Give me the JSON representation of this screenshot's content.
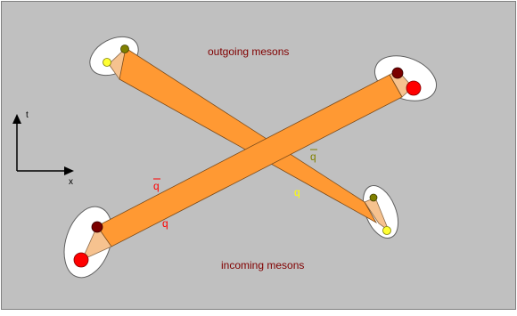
{
  "labels": {
    "outgoing": "outgoing mesons",
    "incoming": "incoming mesons",
    "axis_t": "t",
    "axis_x": "x",
    "qbar_red": "q",
    "q_red": "q",
    "qbar_yellow": "q",
    "q_yellow": "q"
  },
  "colors": {
    "background": "#c0c0c0",
    "tube": "#ff9933",
    "tube_edge": "#7a4a1a",
    "connector": "#f6c28f",
    "ellipse": "#ffffff",
    "dark_red": "#7a0000",
    "red": "#ff0000",
    "olive": "#808000",
    "yellow": "#ffff33",
    "label_text": "#800000",
    "red_text": "#ff0000",
    "yellow_text": "#ffff00",
    "olive_text": "#808000"
  }
}
